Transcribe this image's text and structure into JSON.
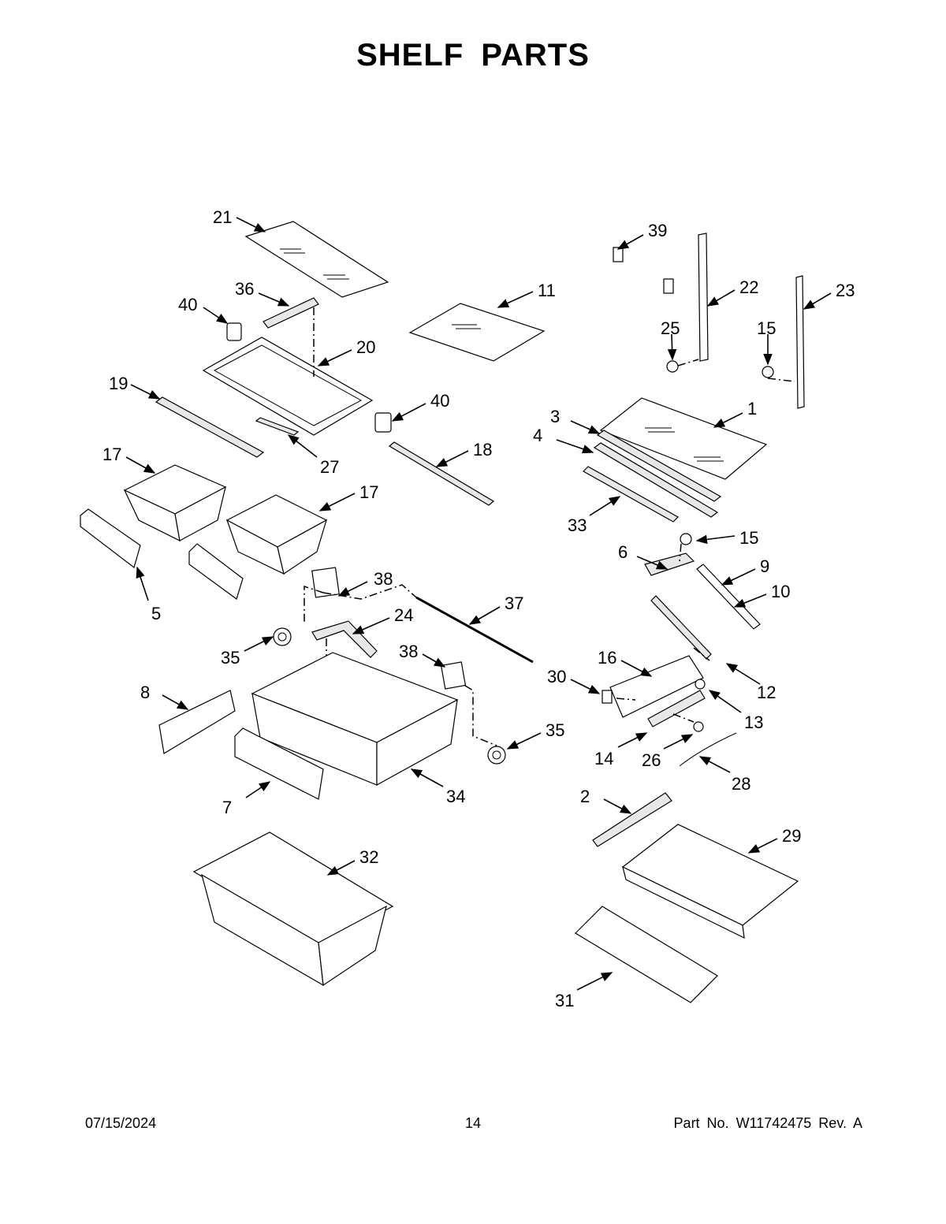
{
  "page": {
    "title": "SHELF  PARTS",
    "date": "07/15/2024",
    "page_number": "14",
    "part_info": "Part No.  W11742475  Rev.  A"
  },
  "callouts": [
    {
      "id": "c21",
      "label": "21"
    },
    {
      "id": "c36",
      "label": "36"
    },
    {
      "id": "c40a",
      "label": "40"
    },
    {
      "id": "c20",
      "label": "20"
    },
    {
      "id": "c11",
      "label": "11"
    },
    {
      "id": "c19",
      "label": "19"
    },
    {
      "id": "c40b",
      "label": "40"
    },
    {
      "id": "c27",
      "label": "27"
    },
    {
      "id": "c18",
      "label": "18"
    },
    {
      "id": "c17a",
      "label": "17"
    },
    {
      "id": "c17b",
      "label": "17"
    },
    {
      "id": "c5",
      "label": "5"
    },
    {
      "id": "c38a",
      "label": "38"
    },
    {
      "id": "c37",
      "label": "37"
    },
    {
      "id": "c24",
      "label": "24"
    },
    {
      "id": "c35a",
      "label": "35"
    },
    {
      "id": "c38b",
      "label": "38"
    },
    {
      "id": "c8",
      "label": "8"
    },
    {
      "id": "c35b",
      "label": "35"
    },
    {
      "id": "c34",
      "label": "34"
    },
    {
      "id": "c7",
      "label": "7"
    },
    {
      "id": "c32",
      "label": "32"
    },
    {
      "id": "c39",
      "label": "39"
    },
    {
      "id": "c22",
      "label": "22"
    },
    {
      "id": "c23",
      "label": "23"
    },
    {
      "id": "c25",
      "label": "25"
    },
    {
      "id": "c15a",
      "label": "15"
    },
    {
      "id": "c1",
      "label": "1"
    },
    {
      "id": "c3",
      "label": "3"
    },
    {
      "id": "c4",
      "label": "4"
    },
    {
      "id": "c33",
      "label": "33"
    },
    {
      "id": "c15b",
      "label": "15"
    },
    {
      "id": "c6",
      "label": "6"
    },
    {
      "id": "c9",
      "label": "9"
    },
    {
      "id": "c10",
      "label": "10"
    },
    {
      "id": "c12",
      "label": "12"
    },
    {
      "id": "c16",
      "label": "16"
    },
    {
      "id": "c30",
      "label": "30"
    },
    {
      "id": "c13",
      "label": "13"
    },
    {
      "id": "c14",
      "label": "14"
    },
    {
      "id": "c26",
      "label": "26"
    },
    {
      "id": "c28",
      "label": "28"
    },
    {
      "id": "c2",
      "label": "2"
    },
    {
      "id": "c29",
      "label": "29"
    },
    {
      "id": "c31",
      "label": "31"
    }
  ]
}
